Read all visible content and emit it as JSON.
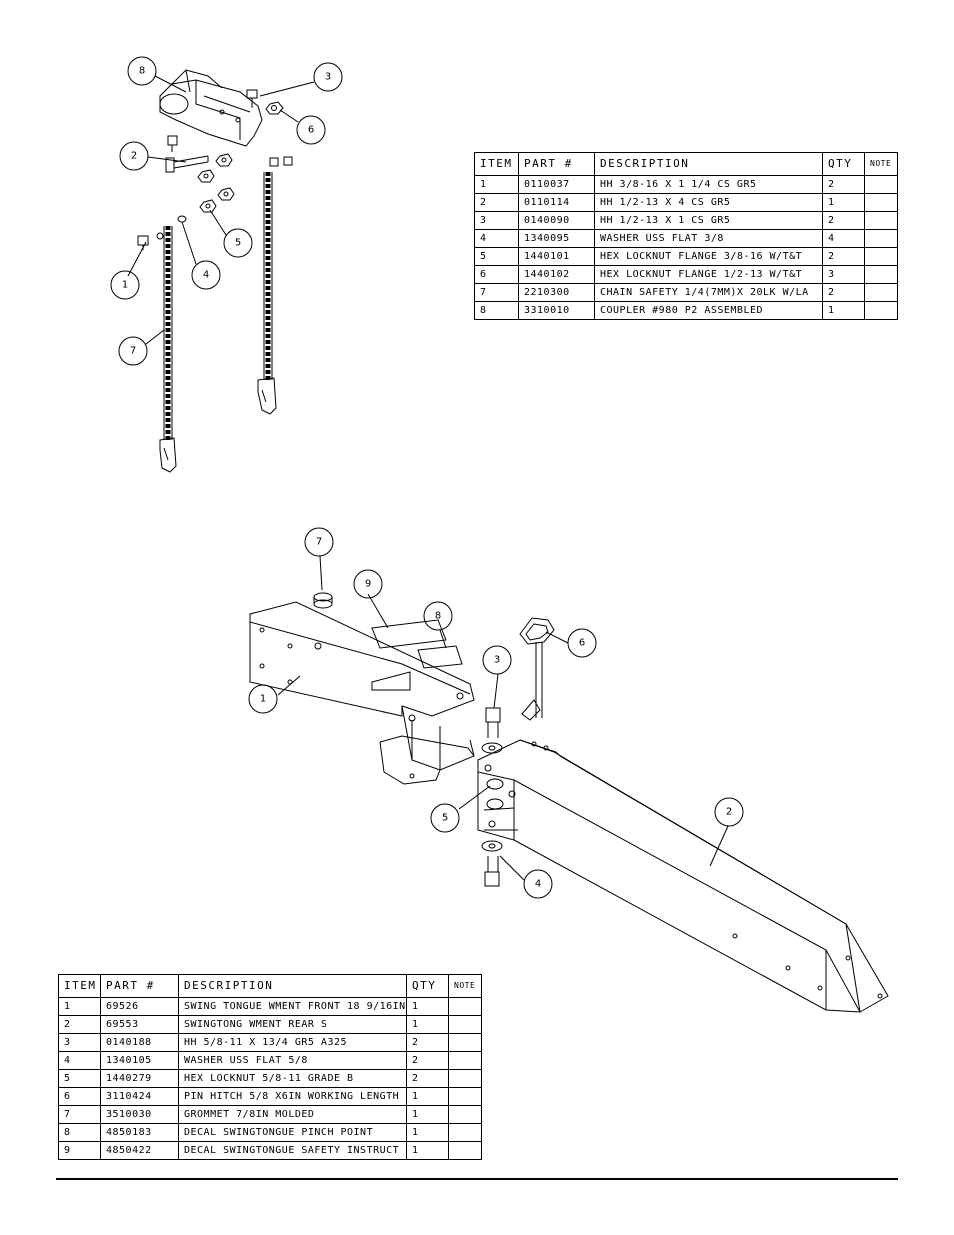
{
  "top_assembly": {
    "callouts": [
      "8",
      "3",
      "6",
      "2",
      "5",
      "4",
      "1",
      "7"
    ],
    "table": {
      "headers": {
        "item": "ITEM",
        "part": "PART #",
        "description": "DESCRIPTION",
        "qty": "QTY",
        "note": "NOTE"
      },
      "rows": [
        {
          "item": "1",
          "part": "0110037",
          "description": "HH 3/8-16 X 1 1/4 CS GR5",
          "qty": "2",
          "note": ""
        },
        {
          "item": "2",
          "part": "0110114",
          "description": "HH 1/2-13 X 4 CS GR5",
          "qty": "1",
          "note": ""
        },
        {
          "item": "3",
          "part": "0140090",
          "description": "HH 1/2-13 X 1 CS GR5",
          "qty": "2",
          "note": ""
        },
        {
          "item": "4",
          "part": "1340095",
          "description": "WASHER USS FLAT 3/8",
          "qty": "4",
          "note": ""
        },
        {
          "item": "5",
          "part": "1440101",
          "description": "HEX LOCKNUT FLANGE 3/8-16 W/T&T",
          "qty": "2",
          "note": ""
        },
        {
          "item": "6",
          "part": "1440102",
          "description": "HEX LOCKNUT FLANGE 1/2-13 W/T&T",
          "qty": "3",
          "note": ""
        },
        {
          "item": "7",
          "part": "2210300",
          "description": "CHAIN SAFETY 1/4(7MM)X 20LK W/LA",
          "qty": "2",
          "note": ""
        },
        {
          "item": "8",
          "part": "3310010",
          "description": "COUPLER #980 P2 ASSEMBLED",
          "qty": "1",
          "note": ""
        }
      ]
    }
  },
  "bottom_assembly": {
    "callouts": [
      "7",
      "9",
      "8",
      "6",
      "3",
      "1",
      "5",
      "2",
      "4"
    ],
    "table": {
      "headers": {
        "item": "ITEM",
        "part": "PART #",
        "description": "DESCRIPTION",
        "qty": "QTY",
        "note": "NOTE"
      },
      "rows": [
        {
          "item": "1",
          "part": "69526",
          "description": "SWING TONGUE WMENT FRONT 18 9/16IN",
          "qty": "1",
          "note": ""
        },
        {
          "item": "2",
          "part": "69553",
          "description": "SWINGTONG WMENT REAR S",
          "qty": "1",
          "note": ""
        },
        {
          "item": "3",
          "part": "0140188",
          "description": "HH 5/8-11 X 13/4  GR5 A325",
          "qty": "2",
          "note": ""
        },
        {
          "item": "4",
          "part": "1340105",
          "description": "WASHER USS FLAT 5/8",
          "qty": "2",
          "note": ""
        },
        {
          "item": "5",
          "part": "1440279",
          "description": "HEX LOCKNUT 5/8-11 GRADE B",
          "qty": "2",
          "note": ""
        },
        {
          "item": "6",
          "part": "3110424",
          "description": "PIN HITCH 5/8 X6IN WORKING LENGTH",
          "qty": "1",
          "note": ""
        },
        {
          "item": "7",
          "part": "3510030",
          "description": "GROMMET  7/8IN MOLDED",
          "qty": "1",
          "note": ""
        },
        {
          "item": "8",
          "part": "4850183",
          "description": "DECAL SWINGTONGUE PINCH POINT",
          "qty": "1",
          "note": ""
        },
        {
          "item": "9",
          "part": "4850422",
          "description": "DECAL SWINGTONGUE SAFETY INSTRUCT",
          "qty": "1",
          "note": ""
        }
      ]
    }
  }
}
